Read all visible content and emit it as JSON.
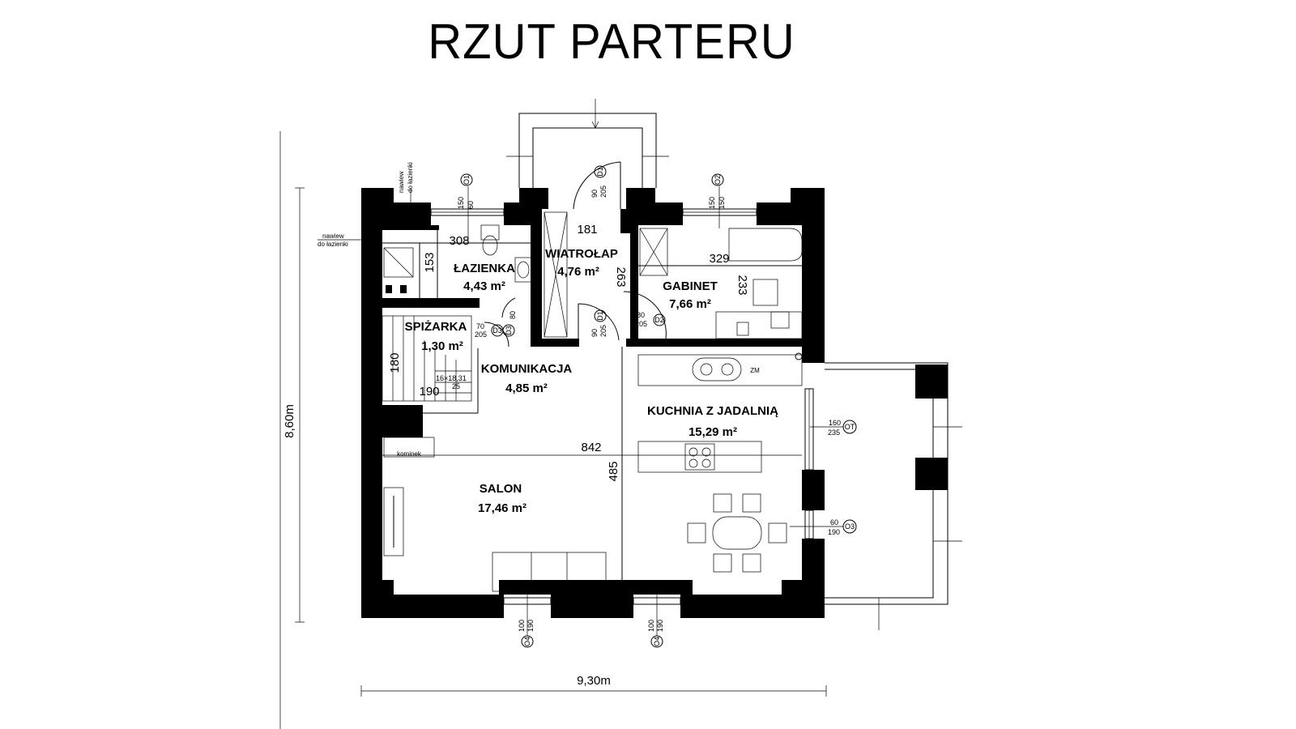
{
  "title": "RZUT PARTERU",
  "rooms": [
    {
      "name": "ŁAZIENKA",
      "area": "4,43 m²"
    },
    {
      "name": "WIATROŁAP",
      "area": "4,76 m²"
    },
    {
      "name": "GABINET",
      "area": "7,66 m²"
    },
    {
      "name": "SPIŻARKA",
      "area": "1,30 m²"
    },
    {
      "name": "KOMUNIKACJA",
      "area": "4,85 m²"
    },
    {
      "name": "KUCHNIA Z JADALNIĄ",
      "area": "15,29 m²"
    },
    {
      "name": "SALON",
      "area": "17,46 m²"
    }
  ],
  "dimensions": {
    "overall_width": "9,30m",
    "overall_height": "8,60m",
    "bath_width": "308",
    "bath_depth": "153",
    "vestibule_width": "181",
    "vestibule_depth": "263",
    "office_width": "329",
    "office_depth": "233",
    "pantry_depth": "180",
    "pantry_width": "190",
    "stairs": "16×18,31",
    "stairs_tread": "25",
    "living_width": "842",
    "living_depth": "485"
  },
  "openings": {
    "O1": {
      "tag": "O1",
      "w": "150",
      "h": "60"
    },
    "O2": {
      "tag": "O2",
      "w": "150",
      "h": "150"
    },
    "OT": {
      "tag": "OT",
      "w": "160",
      "h": "235"
    },
    "O3": {
      "tag": "O3",
      "w": "60",
      "h": "190"
    },
    "O4a": {
      "tag": "O4",
      "w": "100",
      "h": "190"
    },
    "O4b": {
      "tag": "O4",
      "w": "100",
      "h": "190"
    },
    "D1a": {
      "tag": "D1",
      "w": "90",
      "h": "205"
    },
    "D1b": {
      "tag": "D1",
      "w": "90",
      "h": "205"
    },
    "D2": {
      "tag": "D2",
      "w": "80",
      "h": "205"
    },
    "D3a": {
      "tag": "D3",
      "w": "70",
      "h": "205"
    },
    "D3b": {
      "tag": "D3",
      "w": "80",
      "h": ""
    }
  },
  "notes": {
    "vent_top_1": "nawiew",
    "vent_top_2": "do łazienki",
    "vent_left_1": "nawiew",
    "vent_left_2": "do łazienki",
    "zm": "ZM",
    "boiler": "kominek"
  }
}
